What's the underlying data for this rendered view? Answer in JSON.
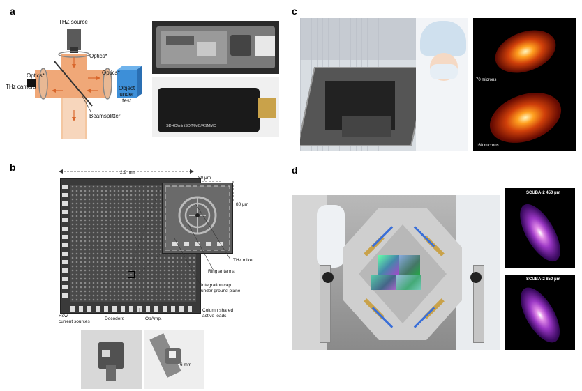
{
  "panels": {
    "a": {
      "letter": "a",
      "thz_source": "THZ source",
      "optics_top": "Optics*",
      "optics_left": "Optics*",
      "optics_right": "Optics*",
      "thz_camera": "THz camera",
      "object_line1": "Object",
      "object_line2": "under",
      "object_line3": "test",
      "beamsplitter": "Beamsplitter",
      "card_text": "SDHC/miniSD/MMC/RSMMC"
    },
    "b": {
      "letter": "b",
      "dim_29mm": "2.9 mm",
      "dim_80um_h": "80 μm",
      "dim_80um_v": "80 μm",
      "thz_mixer": "THz mixer",
      "ring_antenna": "Ring antenna",
      "integration_cap_1": "Integration cap.",
      "integration_cap_2": "under ground plane",
      "row_current_1": "Row",
      "row_current_2": "current sources",
      "decoders": "Decoders",
      "opamp": "OpAmp.",
      "column_shared_1": "Column shared",
      "column_shared_2": "active loads",
      "wrench_dim": "6 mm"
    },
    "c": {
      "letter": "c",
      "label_70": "70 microns",
      "label_160": "160 microns"
    },
    "d": {
      "letter": "d",
      "label_450": "SCUBA-2  450 μm",
      "label_850": "SCUBA-2  850 μm"
    }
  }
}
